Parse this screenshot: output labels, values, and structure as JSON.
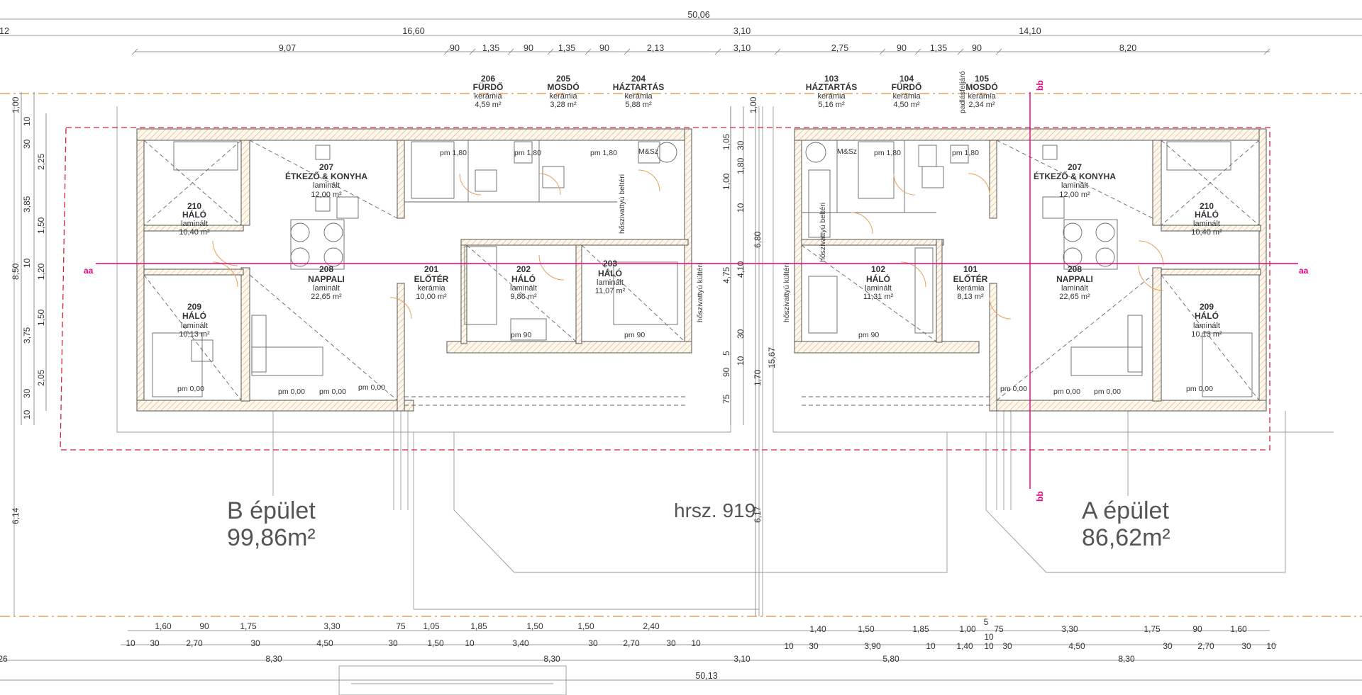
{
  "buildings": {
    "b": {
      "name": "B épület",
      "area": "99,86m²"
    },
    "a": {
      "name": "A épület",
      "area": "86,62m²"
    },
    "plot": "hrsz. 919"
  },
  "sections": {
    "aa": "aa",
    "bb": "bb"
  },
  "rooms_b": [
    {
      "num": "206",
      "name": "FÜRDŐ",
      "mat": "kerámia",
      "area": "4,59 m²"
    },
    {
      "num": "205",
      "name": "MOSDÓ",
      "mat": "kerámia",
      "area": "3,28 m²"
    },
    {
      "num": "204",
      "name": "HÁZTARTÁS",
      "mat": "kerámia",
      "area": "5,88 m²"
    },
    {
      "num": "207",
      "name": "ÉTKEZŐ & KONYHA",
      "mat": "laminált",
      "area": "12,00 m²"
    },
    {
      "num": "210",
      "name": "HÁLÓ",
      "mat": "laminált",
      "area": "10,40 m²"
    },
    {
      "num": "208",
      "name": "NAPPALI",
      "mat": "laminált",
      "area": "22,65 m²"
    },
    {
      "num": "201",
      "name": "ELŐTÉR",
      "mat": "kerámia",
      "area": "10,00 m²"
    },
    {
      "num": "202",
      "name": "HÁLÓ",
      "mat": "laminált",
      "area": "9,86 m²"
    },
    {
      "num": "203",
      "name": "HÁLÓ",
      "mat": "laminált",
      "area": "11,07 m²"
    },
    {
      "num": "209",
      "name": "HÁLÓ",
      "mat": "laminált",
      "area": "10,13 m²"
    }
  ],
  "rooms_a": [
    {
      "num": "103",
      "name": "HÁZTARTÁS",
      "mat": "kerámia",
      "area": "5,16 m²"
    },
    {
      "num": "104",
      "name": "FÜRDŐ",
      "mat": "kerámia",
      "area": "4,50 m²"
    },
    {
      "num": "105",
      "name": "MOSDÓ",
      "mat": "kerámia",
      "area": "2,34 m²"
    },
    {
      "num": "207",
      "name": "ÉTKEZŐ & KONYHA",
      "mat": "laminált",
      "area": "12,00 m²"
    },
    {
      "num": "210",
      "name": "HÁLÓ",
      "mat": "laminált",
      "area": "10,40 m²"
    },
    {
      "num": "208",
      "name": "NAPPALI",
      "mat": "laminált",
      "area": "22,65 m²"
    },
    {
      "num": "102",
      "name": "HÁLÓ",
      "mat": "laminált",
      "area": "11,31 m²"
    },
    {
      "num": "101",
      "name": "ELŐTÉR",
      "mat": "kerámia",
      "area": "8,13 m²"
    },
    {
      "num": "209",
      "name": "HÁLÓ",
      "mat": "laminált",
      "area": "10,13 m²"
    }
  ],
  "top_dims": {
    "total": "50,06",
    "row2": [
      "12",
      "16,60",
      "3,10",
      "14,10"
    ],
    "row3": [
      "9,07",
      "90",
      "1,35",
      "90",
      "1,35",
      "90",
      "2,13",
      "3,10",
      "2,75",
      "90",
      "1,35",
      "90",
      "8,20"
    ]
  },
  "bottom_dims": {
    "row1": [
      "1,60",
      "90",
      "1,75",
      "3,30",
      "75",
      "1,05",
      "1,85",
      "1,50",
      "1,50",
      "2,40",
      "1,40",
      "1,50",
      "1,85",
      "1,00",
      "75",
      "3,30",
      "1,75",
      "90",
      "1,60"
    ],
    "row2": [
      "10",
      "30",
      "2,70",
      "30",
      "4,50",
      "30",
      "1,50",
      "10",
      "3,40",
      "30",
      "2,70",
      "30",
      "10",
      "10",
      "30",
      "3,90",
      "10",
      "1,40",
      "10",
      "30",
      "4,50",
      "30",
      "2,70",
      "30",
      "10"
    ],
    "row3": [
      "26",
      "8,30",
      "8,30",
      "3,10",
      "5,80",
      "8,30"
    ],
    "total": "50,13",
    "extra": [
      "5",
      "10"
    ]
  },
  "left_dims": [
    "1,00",
    "10",
    "30",
    "2,25",
    "3,85",
    "1,50",
    "8,50",
    "10",
    "1,20",
    "1,50",
    "3,75",
    "2,05",
    "30",
    "10",
    "6,14"
  ],
  "mid_dims": [
    "1,00",
    "1,05",
    "30",
    "1,80",
    "1,00",
    "10",
    "6,80",
    "4,10",
    "4,75",
    "30",
    "10",
    "5",
    "15,67",
    "90",
    "1,70",
    "75",
    "6,17"
  ],
  "misc": {
    "pm180": "pm 1,80",
    "pm90": "pm 90",
    "pm000": "pm 0,00",
    "ms": "M&Sz",
    "pump_in": "hőszivattyú beltéri",
    "pump_out": "hőszivattyú kültéri",
    "attic": "padlásfeljáró"
  },
  "colors": {
    "wall_fill": "#fff3e6",
    "wall_outline": "#c8a060",
    "red_dash": "#d9213a",
    "orange_dash": "#e5a05a",
    "section": "#e6007e",
    "lines": "#777777"
  }
}
